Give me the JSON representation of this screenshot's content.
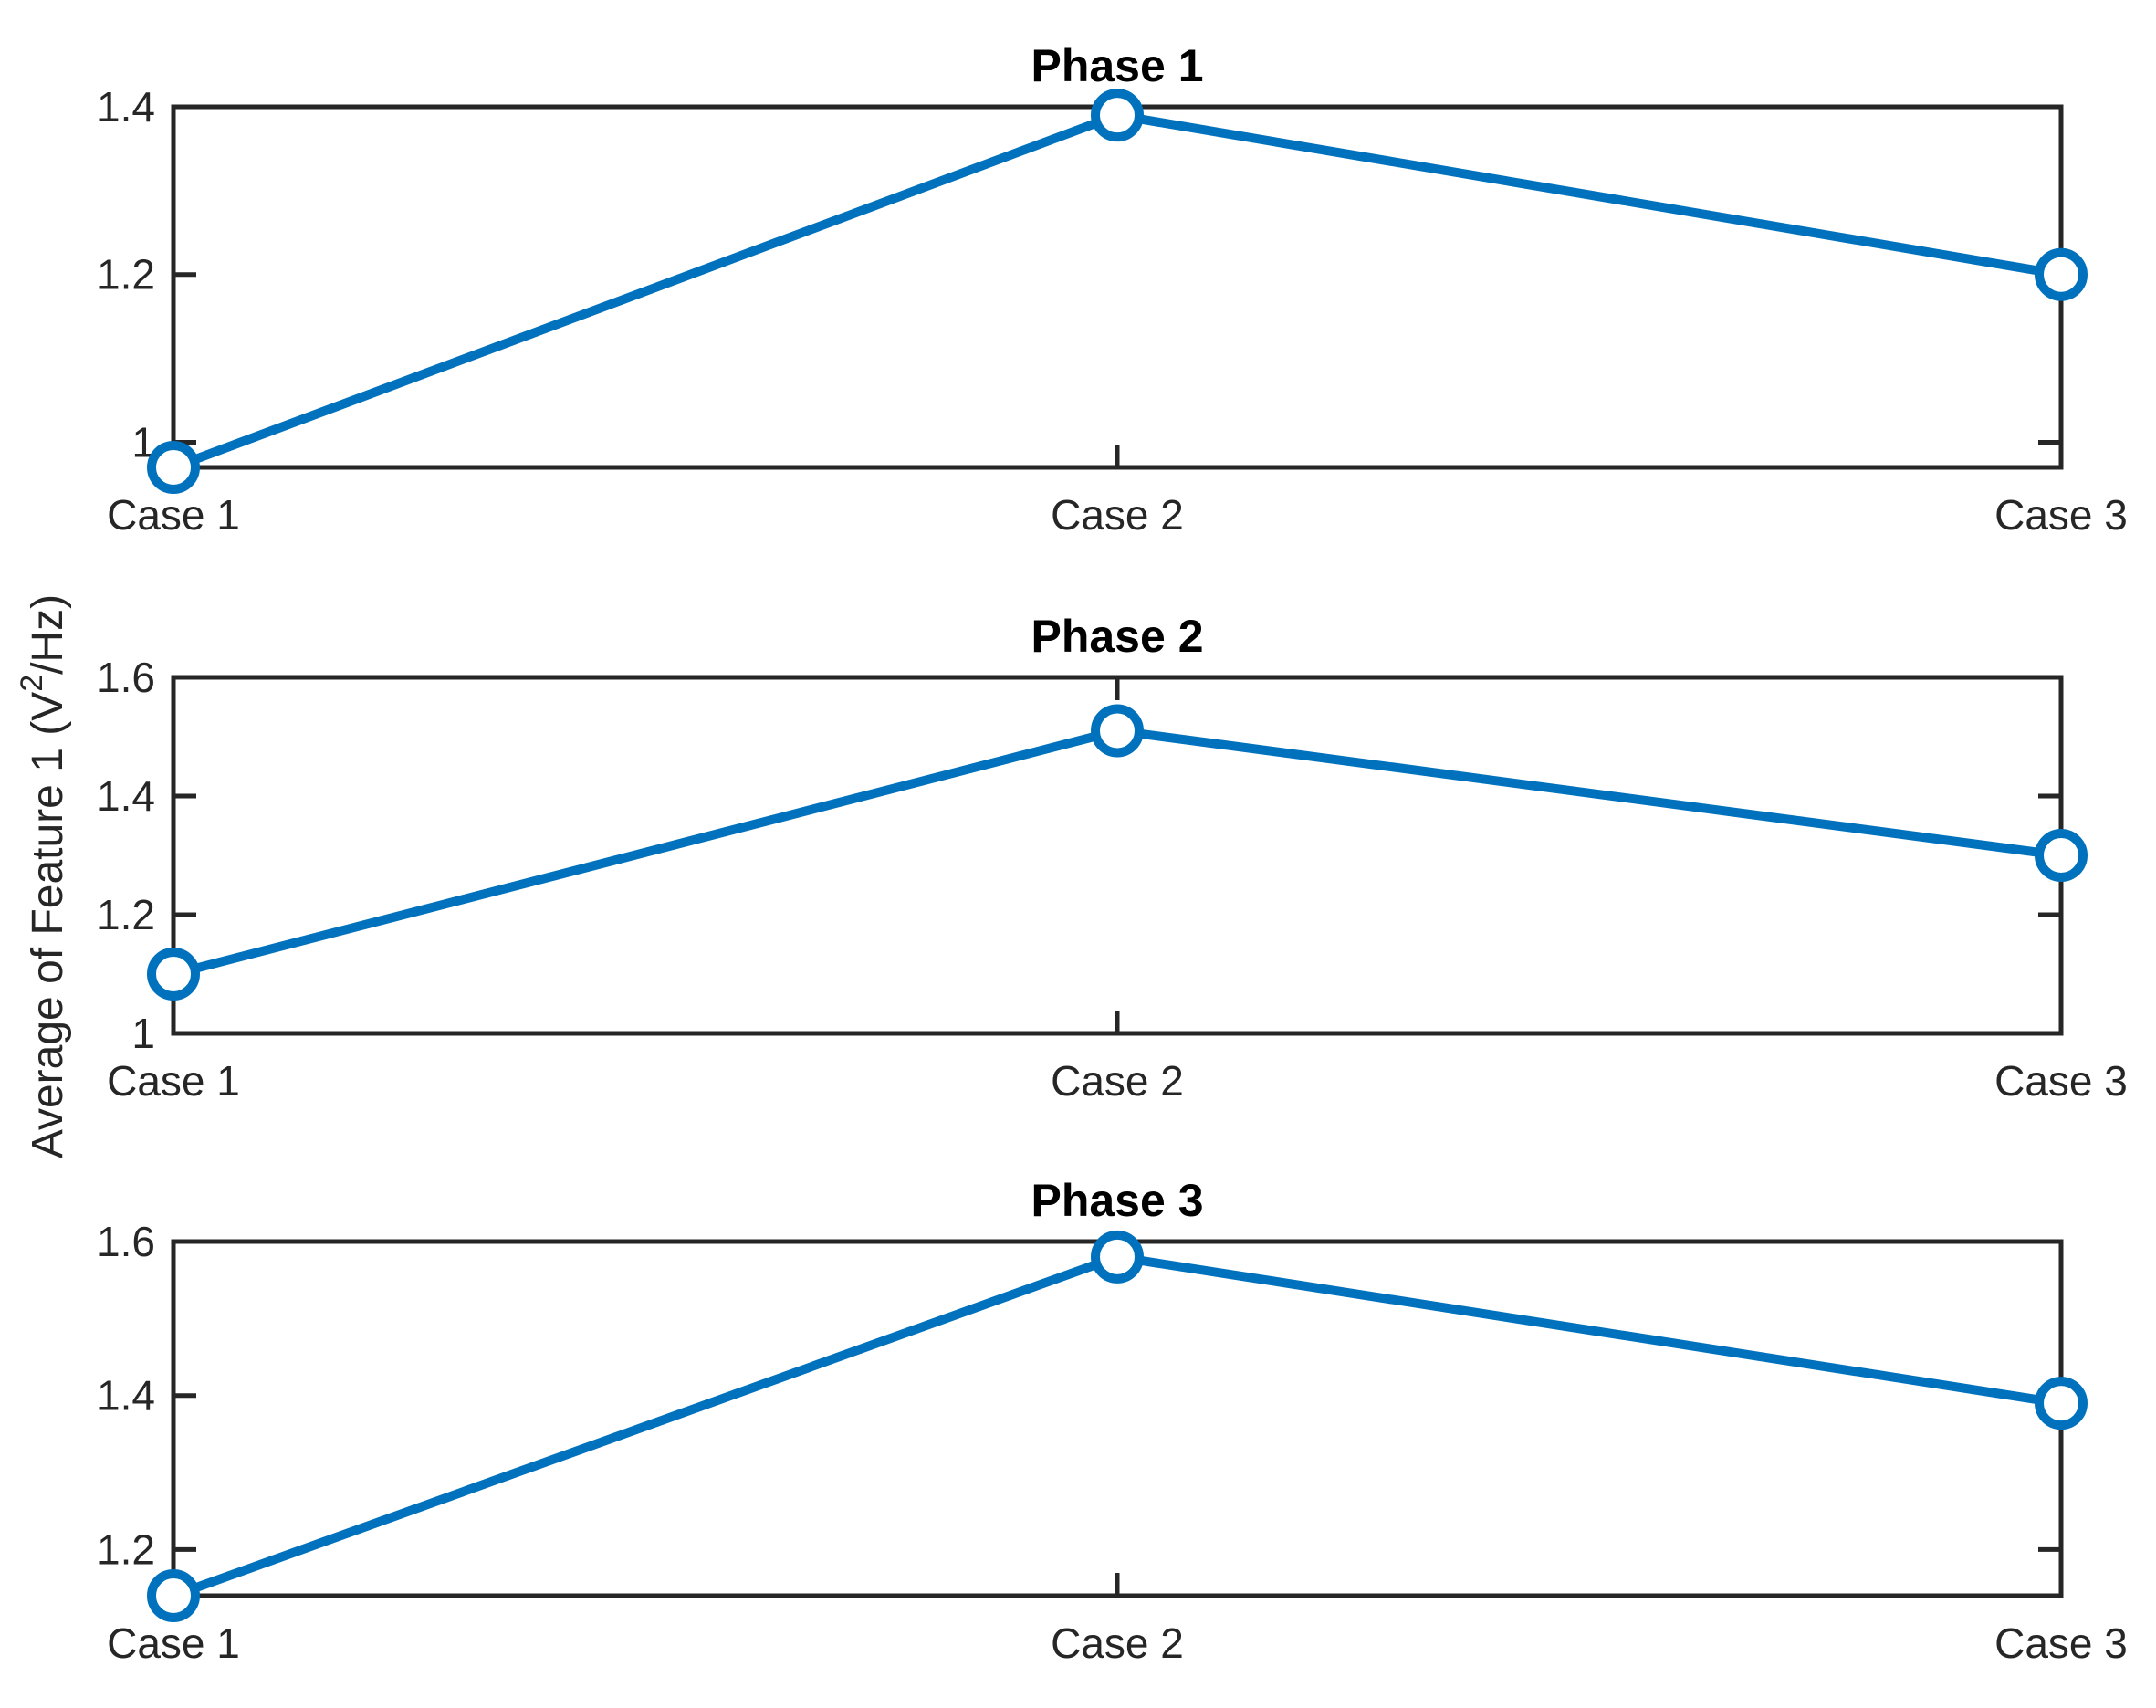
{
  "figure": {
    "ylabel": {
      "text": "Average of Feature 1 (V^2/Hz)",
      "pre": "Average of Feature 1 (V",
      "sup": "2",
      "post": "/Hz)"
    },
    "colors": {
      "line": "#0072BD",
      "marker_edge": "#0072BD",
      "marker_face": "#ffffff",
      "axis": "#262626",
      "tick_text": "#262626",
      "title_text": "#000000",
      "background": "#ffffff"
    }
  },
  "chart_data": [
    {
      "type": "line",
      "title": "Phase 1",
      "categories": [
        "Case 1",
        "Case 2",
        "Case 3"
      ],
      "values": [
        0.97,
        1.39,
        1.2
      ],
      "ylim": [
        0.97,
        1.4
      ],
      "yticks": [
        1,
        1.2,
        1.4
      ],
      "ytick_labels": [
        "1",
        "1.2",
        "1.4"
      ],
      "marker": "o",
      "grid": false,
      "legend": "none"
    },
    {
      "type": "line",
      "title": "Phase 2",
      "categories": [
        "Case 1",
        "Case 2",
        "Case 3"
      ],
      "values": [
        1.1,
        1.51,
        1.3
      ],
      "ylim": [
        1.0,
        1.6
      ],
      "yticks": [
        1,
        1.2,
        1.4,
        1.6
      ],
      "ytick_labels": [
        "1",
        "1.2",
        "1.4",
        "1.6"
      ],
      "marker": "o",
      "grid": false,
      "legend": "none"
    },
    {
      "type": "line",
      "title": "Phase 3",
      "categories": [
        "Case 1",
        "Case 2",
        "Case 3"
      ],
      "values": [
        1.14,
        1.58,
        1.39
      ],
      "ylim": [
        1.14,
        1.6
      ],
      "yticks": [
        1.2,
        1.4,
        1.6
      ],
      "ytick_labels": [
        "1.2",
        "1.4",
        "1.6"
      ],
      "marker": "o",
      "grid": false,
      "legend": "none"
    }
  ]
}
